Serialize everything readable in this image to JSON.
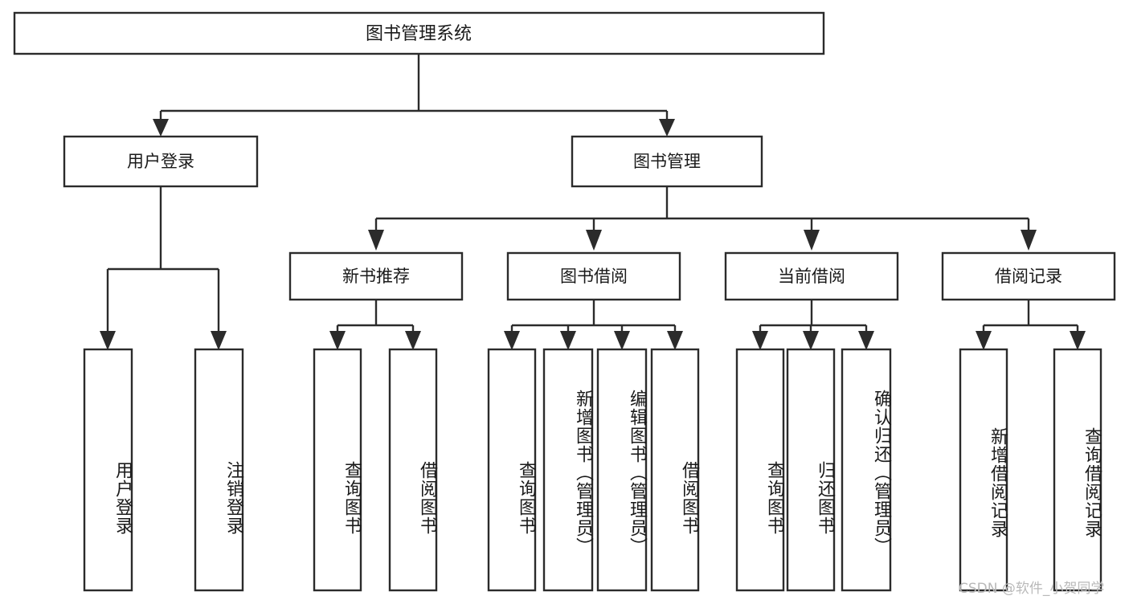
{
  "diagram": {
    "title": "图书管理系统",
    "type": "hierarchy-tree",
    "nodes": {
      "root": {
        "label": "图书管理系统"
      },
      "level2": [
        {
          "id": "user-login",
          "label": "用户登录"
        },
        {
          "id": "book-manage",
          "label": "图书管理"
        }
      ],
      "level3": [
        {
          "id": "new-book-recommend",
          "label": "新书推荐"
        },
        {
          "id": "book-borrow",
          "label": "图书借阅"
        },
        {
          "id": "current-borrow",
          "label": "当前借阅"
        },
        {
          "id": "borrow-record",
          "label": "借阅记录"
        }
      ],
      "leaves": {
        "user-login": [
          {
            "id": "leaf-user-login",
            "label": "用户登录"
          },
          {
            "id": "leaf-logout",
            "label": "注销登录"
          }
        ],
        "new-book-recommend": [
          {
            "id": "leaf-query-book-1",
            "label": "查询图书"
          },
          {
            "id": "leaf-borrow-book-1",
            "label": "借阅图书"
          }
        ],
        "book-borrow": [
          {
            "id": "leaf-query-book-2",
            "label": "查询图书"
          },
          {
            "id": "leaf-add-book",
            "label": "新增图书（管理员）"
          },
          {
            "id": "leaf-edit-book",
            "label": "编辑图书（管理员）"
          },
          {
            "id": "leaf-borrow-book-2",
            "label": "借阅图书"
          }
        ],
        "current-borrow": [
          {
            "id": "leaf-query-book-3",
            "label": "查询图书"
          },
          {
            "id": "leaf-return-book",
            "label": "归还图书"
          },
          {
            "id": "leaf-confirm-return",
            "label": "确认归还（管理员）"
          }
        ],
        "borrow-record": [
          {
            "id": "leaf-add-record",
            "label": "新增借阅记录"
          },
          {
            "id": "leaf-query-record",
            "label": "查询借阅记录"
          }
        ]
      }
    },
    "colors": {
      "stroke": "#2b2b2b",
      "fill": "#ffffff",
      "text": "#1a1a1a",
      "watermark": "#b9b9b9"
    }
  },
  "watermark": {
    "text": "CSDN @软件_小贺同学"
  }
}
